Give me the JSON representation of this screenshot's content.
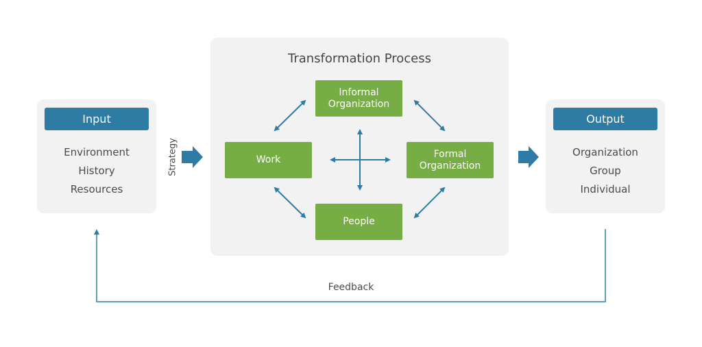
{
  "input": {
    "header": "Input",
    "items": [
      "Environment",
      "History",
      "Resources"
    ]
  },
  "output": {
    "header": "Output",
    "items": [
      "Organization",
      "Group",
      "Individual"
    ]
  },
  "process": {
    "title": "Transformation Process",
    "informal": [
      "Informal",
      "Organization"
    ],
    "work": "Work",
    "formal": [
      "Formal",
      "Organization"
    ],
    "people": "People"
  },
  "strategy_label": "Strategy",
  "feedback_label": "Feedback",
  "colors": {
    "blue_header": "#2e7ca6",
    "green_box": "#77ad45",
    "panel_bg": "#f2f2f2",
    "arrow": "#2e7ca6",
    "text": "#4a4a4a"
  }
}
